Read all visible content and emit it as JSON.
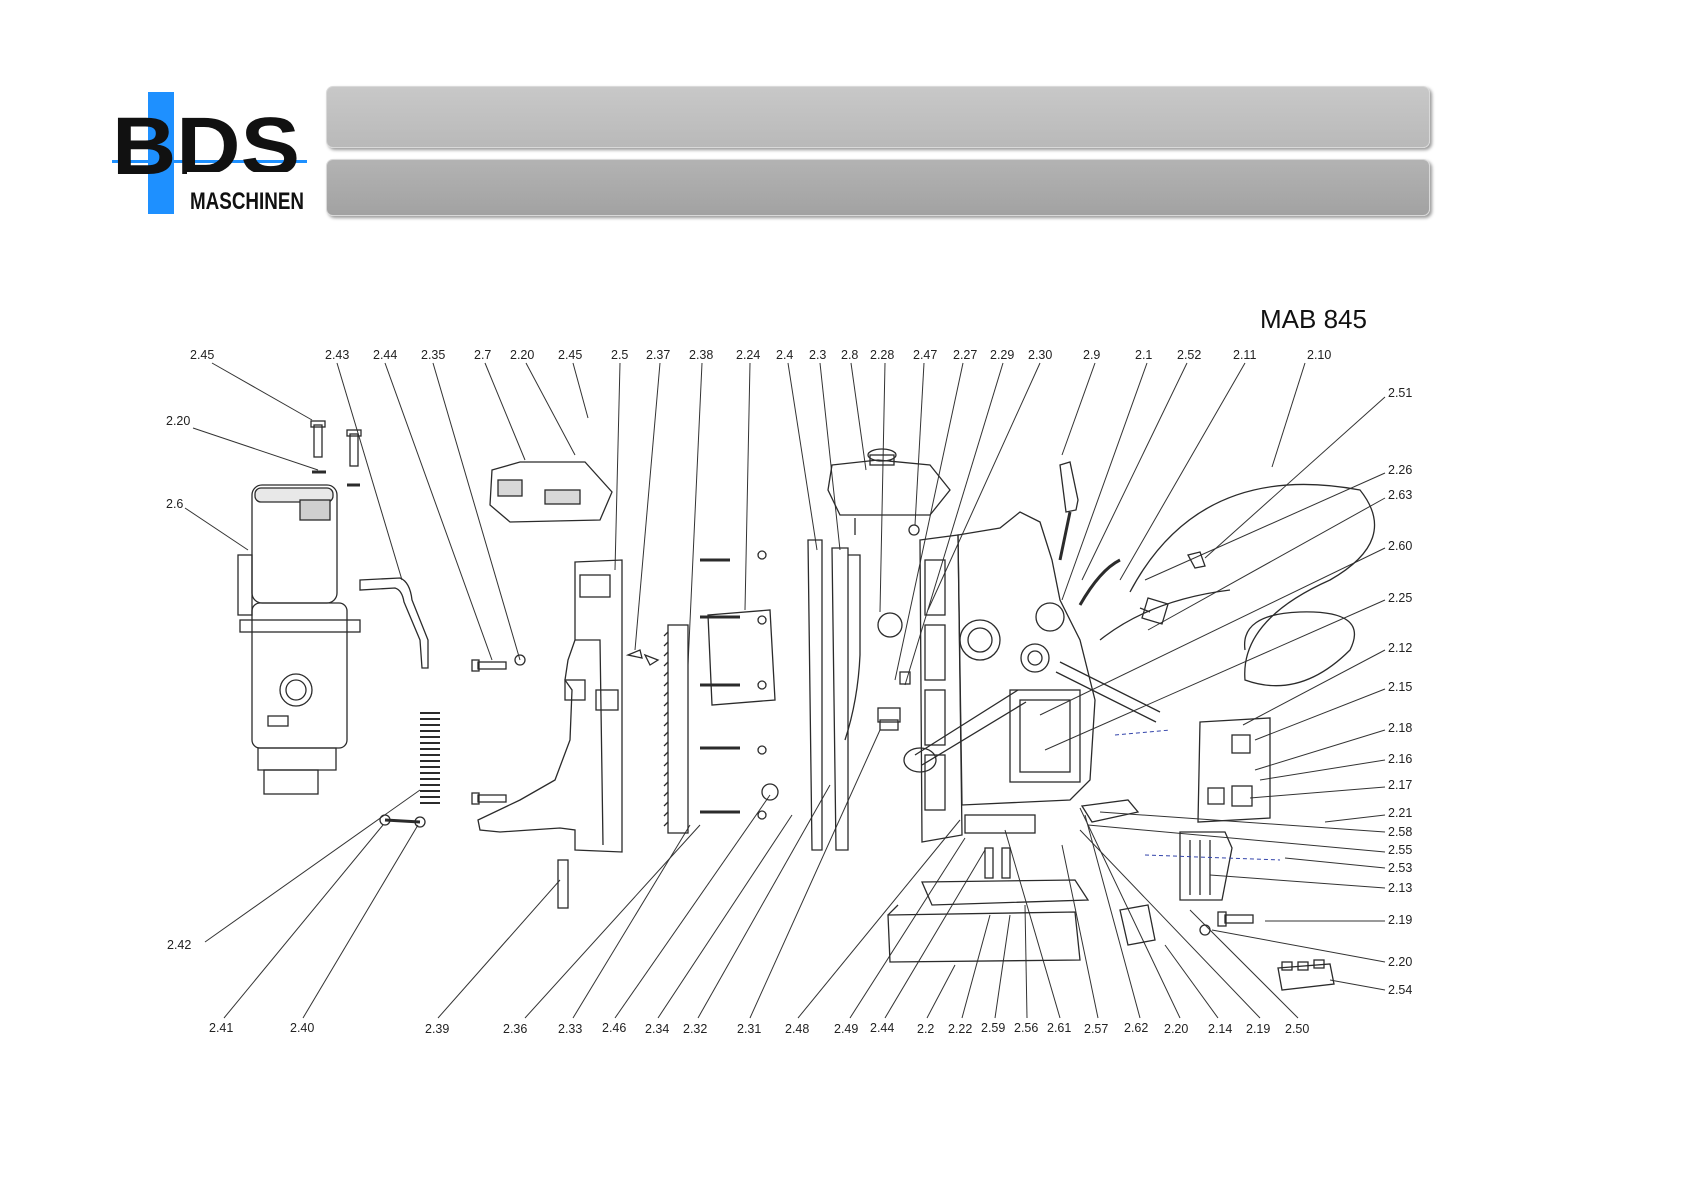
{
  "logo": {
    "letters": "BDS",
    "subtitle": "MASCHINEN",
    "accent": "#1e90ff"
  },
  "header": {
    "bar1_text": "",
    "bar2_text": ""
  },
  "model": "MAB 845",
  "labels": {
    "t1": "2.45",
    "t2": "2.43",
    "t3": "2.44",
    "t4": "2.35",
    "t5": "2.7",
    "t6": "2.20",
    "t7": "2.45",
    "t8": "2.5",
    "t9": "2.37",
    "t10": "2.38",
    "t11": "2.24",
    "t12": "2.4",
    "t13": "2.3",
    "t14": "2.8",
    "t15": "2.28",
    "t16": "2.47",
    "t17": "2.27",
    "t18": "2.29",
    "t19": "2.30",
    "t20": "2.9",
    "t21": "2.1",
    "t22": "2.52",
    "t23": "2.11",
    "t24": "2.10",
    "l1": "2.20",
    "l2": "2.6",
    "l3": "2.42",
    "r1": "2.51",
    "r2": "2.26",
    "r3": "2.63",
    "r4": "2.60",
    "r5": "2.25",
    "r6": "2.12",
    "r7": "2.15",
    "r8": "2.18",
    "r9": "2.16",
    "r10": "2.17",
    "r11": "2.21",
    "r12": "2.58",
    "r13": "2.55",
    "r14": "2.53",
    "r15": "2.13",
    "r16": "2.19",
    "r17": "2.20",
    "r18": "2.54",
    "b1": "2.41",
    "b2": "2.40",
    "b3": "2.39",
    "b4": "2.36",
    "b5": "2.33",
    "b6": "2.46",
    "b7": "2.34",
    "b8": "2.32",
    "b9": "2.31",
    "b10": "2.48",
    "b11": "2.49",
    "b12": "2.44",
    "b13": "2.2",
    "b14": "2.22",
    "b15": "2.59",
    "b16": "2.56",
    "b17": "2.61",
    "b18": "2.57",
    "b19": "2.62",
    "b20": "2.20",
    "b21": "2.14",
    "b22": "2.19",
    "b23": "2.50"
  }
}
